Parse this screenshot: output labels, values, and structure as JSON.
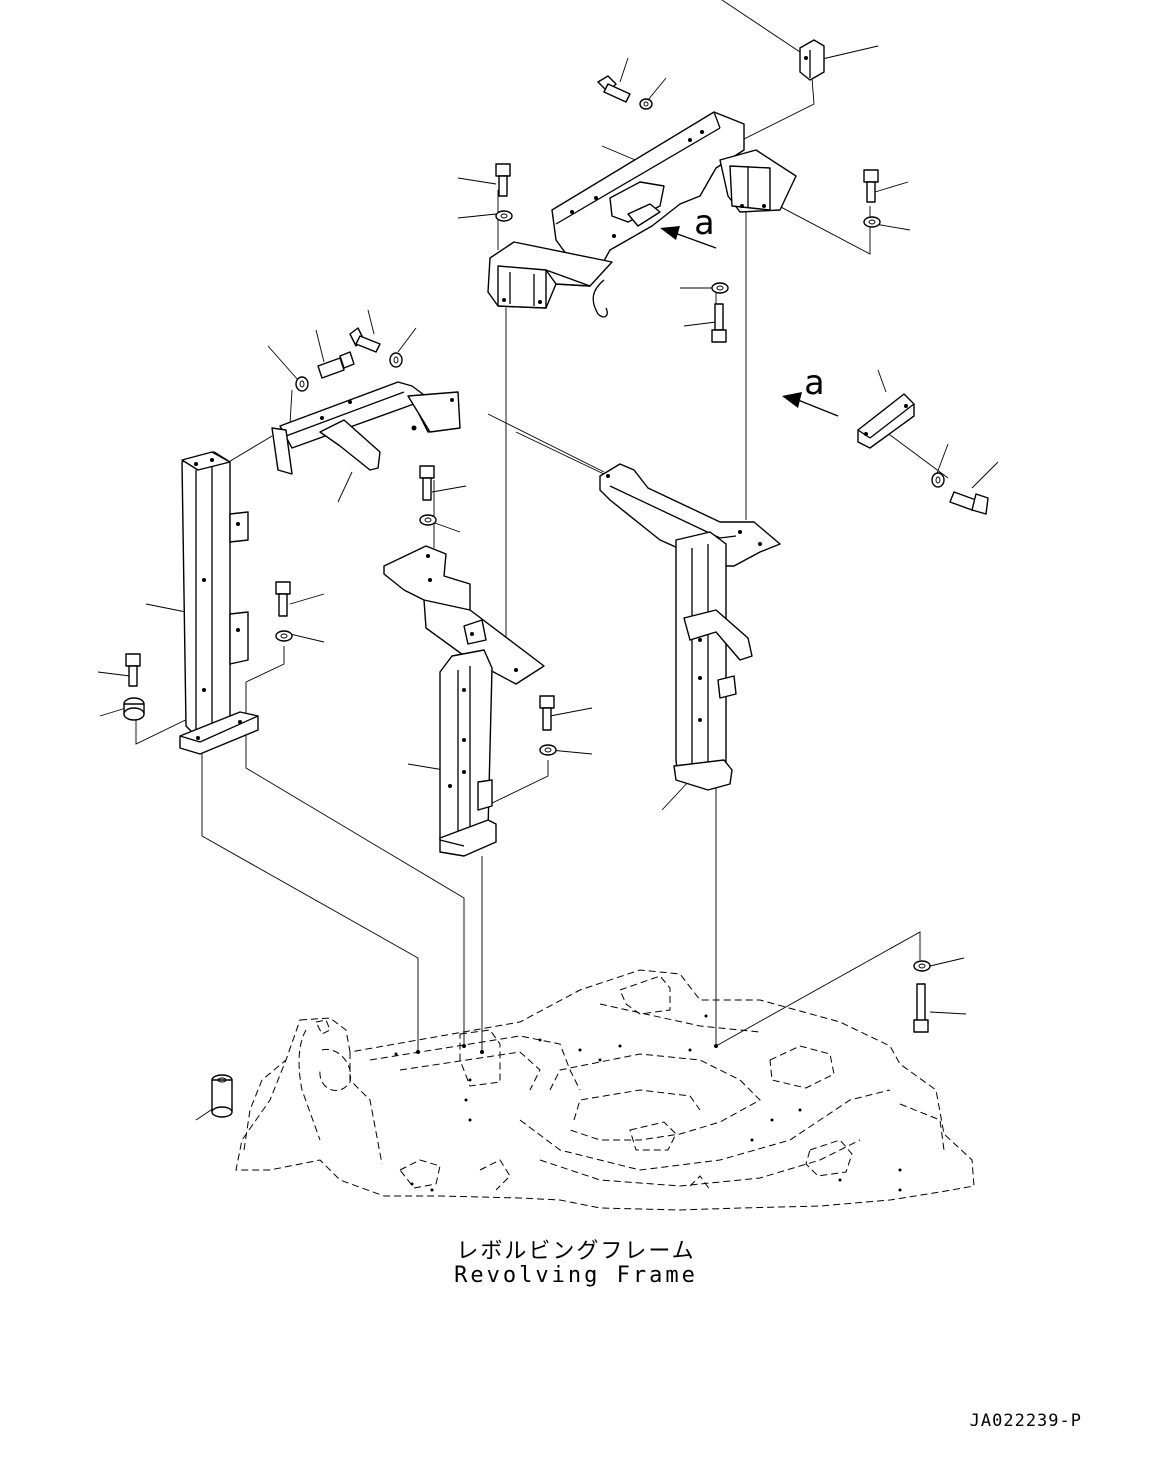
{
  "view_labels": {
    "arrow_a_top": "a",
    "arrow_a_right": "a"
  },
  "caption": {
    "japanese": "レボルビングフレーム",
    "english": "Revolving Frame"
  },
  "drawing_number": "JA022239-P"
}
